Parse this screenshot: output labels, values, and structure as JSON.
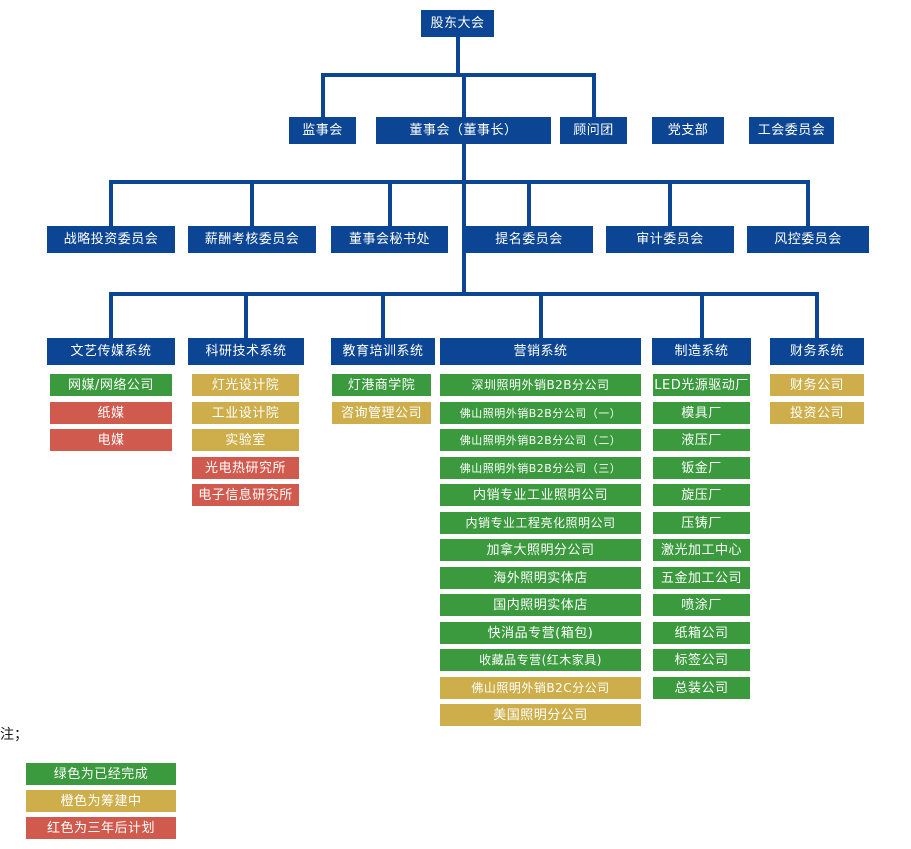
{
  "chart": {
    "title_row": {
      "root": {
        "label": "股东大会"
      }
    },
    "row2": [
      {
        "label": "监事会"
      },
      {
        "label": "董事会（董事长）"
      },
      {
        "label": "顾问团"
      },
      {
        "label": "党支部"
      },
      {
        "label": "工会委员会"
      }
    ],
    "row3": [
      {
        "label": "战略投资委员会"
      },
      {
        "label": "薪酬考核委员会"
      },
      {
        "label": "董事会秘书处"
      },
      {
        "label": "提名委员会"
      },
      {
        "label": "审计委员会"
      },
      {
        "label": "风控委员会"
      }
    ],
    "systems": [
      {
        "label": "文艺传媒系统",
        "items": [
          {
            "label": "网媒/网络公司",
            "status": "green"
          },
          {
            "label": "纸媒",
            "status": "red"
          },
          {
            "label": "电媒",
            "status": "red"
          }
        ]
      },
      {
        "label": "科研技术系统",
        "items": [
          {
            "label": "灯光设计院",
            "status": "orange"
          },
          {
            "label": "工业设计院",
            "status": "orange"
          },
          {
            "label": "实验室",
            "status": "orange"
          },
          {
            "label": "光电热研究所",
            "status": "red"
          },
          {
            "label": "电子信息研究所",
            "status": "red"
          }
        ]
      },
      {
        "label": "教育培训系统",
        "items": [
          {
            "label": "灯港商学院",
            "status": "green"
          },
          {
            "label": "咨询管理公司",
            "status": "orange"
          }
        ]
      },
      {
        "label": "营销系统",
        "items": [
          {
            "label": "深圳照明外销B2B分公司",
            "status": "green"
          },
          {
            "label": "佛山照明外销B2B分公司（一）",
            "status": "green"
          },
          {
            "label": "佛山照明外销B2B分公司（二）",
            "status": "green"
          },
          {
            "label": "佛山照明外销B2B分公司（三）",
            "status": "green"
          },
          {
            "label": "内销专业工业照明公司",
            "status": "green"
          },
          {
            "label": "内销专业工程亮化照明公司",
            "status": "green"
          },
          {
            "label": "加拿大照明分公司",
            "status": "green"
          },
          {
            "label": "海外照明实体店",
            "status": "green"
          },
          {
            "label": "国内照明实体店",
            "status": "green"
          },
          {
            "label": "快消品专营(箱包)",
            "status": "green"
          },
          {
            "label": "收藏品专营(红木家具)",
            "status": "green"
          },
          {
            "label": "佛山照明外销B2C分公司",
            "status": "orange"
          },
          {
            "label": "美国照明分公司",
            "status": "orange"
          }
        ]
      },
      {
        "label": "制造系统",
        "items": [
          {
            "label": "LED光源驱动厂",
            "status": "green"
          },
          {
            "label": "模具厂",
            "status": "green"
          },
          {
            "label": "液压厂",
            "status": "green"
          },
          {
            "label": "钣金厂",
            "status": "green"
          },
          {
            "label": "旋压厂",
            "status": "green"
          },
          {
            "label": "压铸厂",
            "status": "green"
          },
          {
            "label": "激光加工中心",
            "status": "green"
          },
          {
            "label": "五金加工公司",
            "status": "green"
          },
          {
            "label": "喷涂厂",
            "status": "green"
          },
          {
            "label": "纸箱公司",
            "status": "green"
          },
          {
            "label": "标签公司",
            "status": "green"
          },
          {
            "label": "总装公司",
            "status": "green"
          }
        ]
      },
      {
        "label": "财务系统",
        "items": [
          {
            "label": "财务公司",
            "status": "orange"
          },
          {
            "label": "投资公司",
            "status": "orange"
          }
        ]
      }
    ]
  },
  "legend": {
    "note_label": "注；",
    "items": [
      {
        "label": "绿色为已经完成",
        "status": "green"
      },
      {
        "label": "橙色为筹建中",
        "status": "orange"
      },
      {
        "label": "红色为三年后计划",
        "status": "red"
      }
    ]
  },
  "colors": {
    "blue": "#0b4593",
    "green": "#3a9a3d",
    "orange": "#ceae4b",
    "red": "#d15a4e",
    "background": "#ffffff"
  }
}
